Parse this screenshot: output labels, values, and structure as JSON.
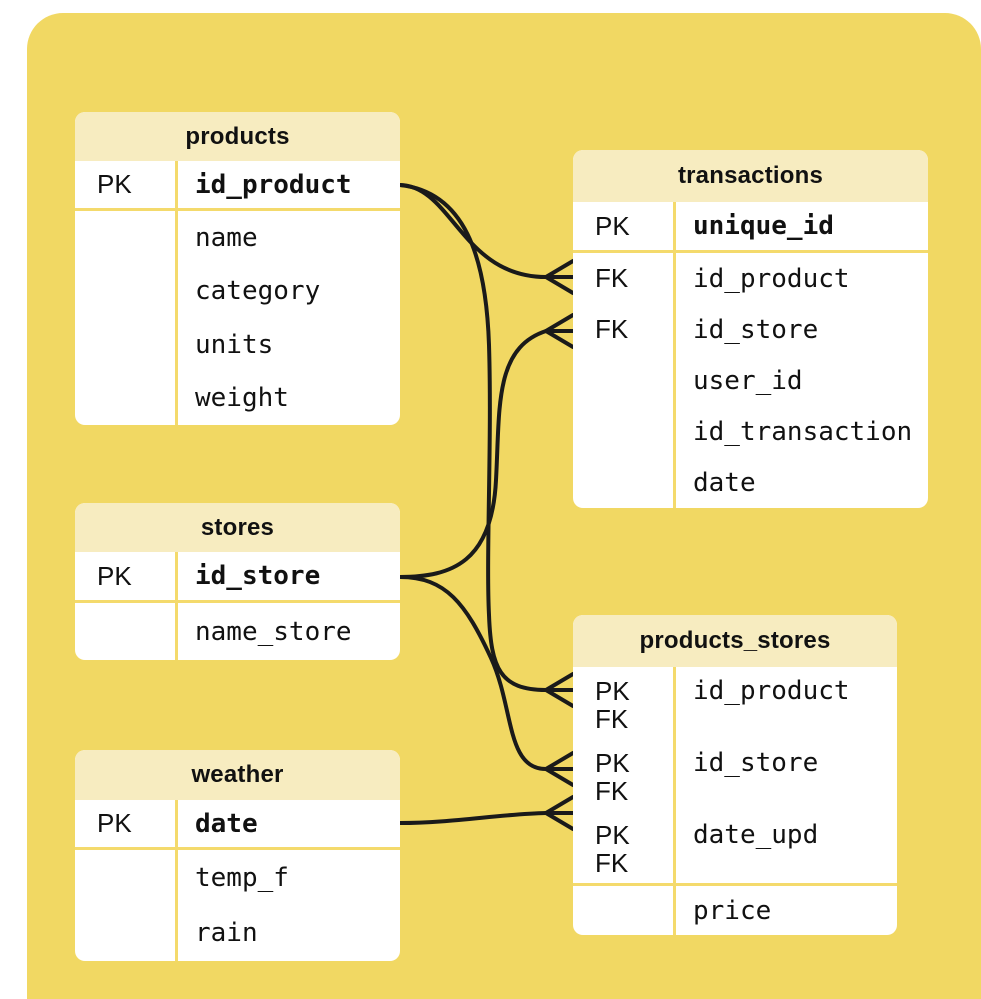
{
  "diagram": {
    "type": "entity-relationship",
    "colors": {
      "canvas_background": "#F1D863",
      "table_header": "#F7ECC0",
      "table_body": "#FFFFFF",
      "divider": "#F4DA6C",
      "relationship_line": "#1A1A1A",
      "text": "#111111"
    },
    "tables": [
      {
        "id": "products",
        "title": "products",
        "sections": [
          {
            "rows": [
              {
                "keys": [
                  "PK"
                ],
                "field": "id_product",
                "bold": true
              }
            ]
          },
          {
            "rows": [
              {
                "keys": [],
                "field": "name"
              },
              {
                "keys": [],
                "field": "category"
              },
              {
                "keys": [],
                "field": "units"
              },
              {
                "keys": [],
                "field": "weight"
              }
            ]
          }
        ]
      },
      {
        "id": "transactions",
        "title": "transactions",
        "sections": [
          {
            "rows": [
              {
                "keys": [
                  "PK"
                ],
                "field": "unique_id",
                "bold": true
              }
            ]
          },
          {
            "rows": [
              {
                "keys": [
                  "FK"
                ],
                "field": "id_product"
              },
              {
                "keys": [
                  "FK"
                ],
                "field": "id_store"
              },
              {
                "keys": [],
                "field": "user_id"
              },
              {
                "keys": [],
                "field": "id_transaction"
              },
              {
                "keys": [],
                "field": "date"
              }
            ]
          }
        ]
      },
      {
        "id": "stores",
        "title": "stores",
        "sections": [
          {
            "rows": [
              {
                "keys": [
                  "PK"
                ],
                "field": "id_store",
                "bold": true
              }
            ]
          },
          {
            "rows": [
              {
                "keys": [],
                "field": "name_store"
              }
            ]
          }
        ]
      },
      {
        "id": "products_stores",
        "title": "products_stores",
        "sections": [
          {
            "rows": [
              {
                "keys": [
                  "PK",
                  "FK"
                ],
                "field": "id_product",
                "multi": true
              },
              {
                "keys": [
                  "PK",
                  "FK"
                ],
                "field": "id_store",
                "multi": true
              },
              {
                "keys": [
                  "PK",
                  "FK"
                ],
                "field": "date_upd",
                "multi": true
              }
            ]
          },
          {
            "rows": [
              {
                "keys": [],
                "field": "price"
              }
            ]
          }
        ]
      },
      {
        "id": "weather",
        "title": "weather",
        "sections": [
          {
            "rows": [
              {
                "keys": [
                  "PK"
                ],
                "field": "date",
                "bold": true
              }
            ]
          },
          {
            "rows": [
              {
                "keys": [],
                "field": "temp_f"
              },
              {
                "keys": [],
                "field": "rain"
              }
            ]
          }
        ]
      }
    ],
    "relationships": [
      {
        "from": "products.id_product",
        "to": "transactions.id_product",
        "cardinality": "one-to-many"
      },
      {
        "from": "products.id_product",
        "to": "products_stores.id_product",
        "cardinality": "one-to-many"
      },
      {
        "from": "stores.id_store",
        "to": "transactions.id_store",
        "cardinality": "one-to-many"
      },
      {
        "from": "stores.id_store",
        "to": "products_stores.id_store",
        "cardinality": "one-to-many"
      },
      {
        "from": "weather.date",
        "to": "products_stores.date_upd",
        "cardinality": "one-to-many"
      }
    ]
  }
}
